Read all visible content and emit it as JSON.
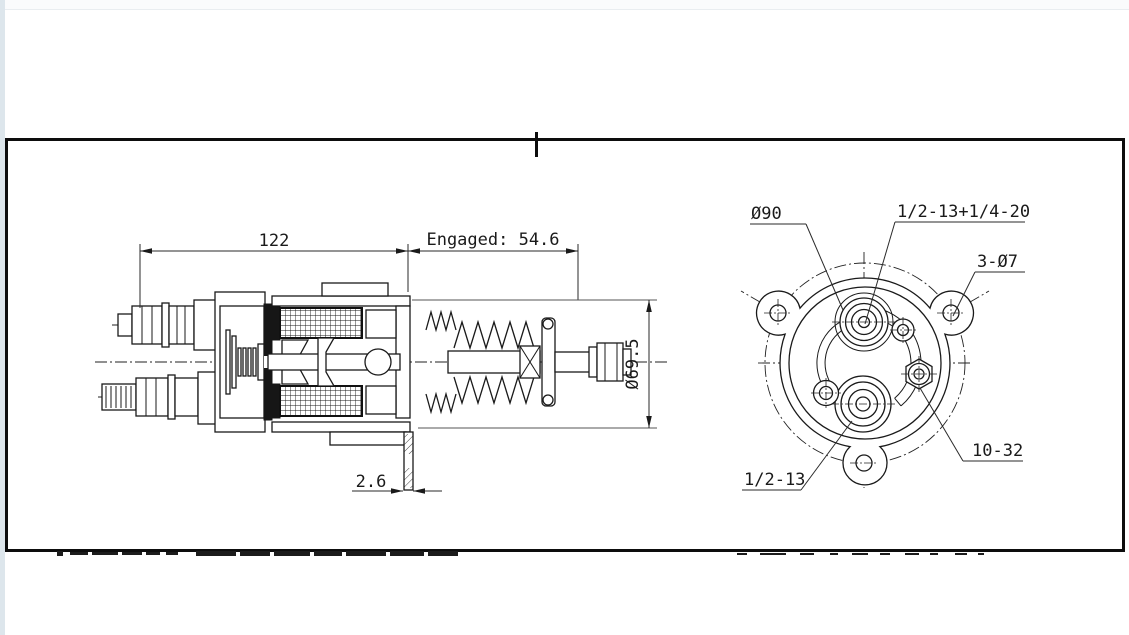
{
  "app": {
    "background": "#ffffff",
    "edge_strip_color": "#dde6ec",
    "frame_color": "#111111"
  },
  "drawing": {
    "side_view": {
      "dim_length_total": "122",
      "dim_engaged": "Engaged: 54.6",
      "dim_outer_diameter": "Ø69.5",
      "dim_bracket_thickness": "2.6"
    },
    "end_view": {
      "label_bolt_circle": "Ø90",
      "label_main_terminal": "1/2-13+1/4-20",
      "label_mounting_holes": "3-Ø7",
      "label_small_terminal": "10-32",
      "label_lower_terminal": "1/2-13"
    }
  }
}
